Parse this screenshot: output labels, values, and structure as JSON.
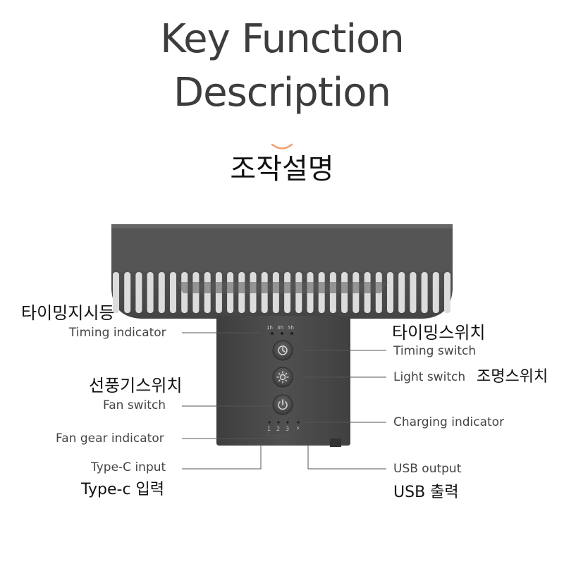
{
  "header": {
    "title_line1": "Key Function",
    "title_line2": "Description",
    "subtitle_ko": "조작설명",
    "accent_color": "#f0a070"
  },
  "device": {
    "timing_marks": [
      "1h",
      "3h",
      "5h"
    ],
    "gear_marks": [
      "1",
      "2",
      "3"
    ],
    "charge_mark": "⚡",
    "buttons": [
      {
        "name": "timing-button",
        "icon": "clock-icon"
      },
      {
        "name": "light-button",
        "icon": "sun-icon"
      },
      {
        "name": "fan-button",
        "icon": "power-icon"
      }
    ],
    "body_color": "#4a4a4a"
  },
  "labels": {
    "timing_indicator_ko": "타이밍지시등",
    "timing_indicator_en": "Timing indicator",
    "timing_switch_ko": "타이밍스위치",
    "timing_switch_en": "Timing switch",
    "light_switch_en": "Light switch",
    "light_switch_ko": "조명스위치",
    "fan_switch_ko": "선풍기스위치",
    "fan_switch_en": "Fan switch",
    "charging_indicator_en": "Charging indicator",
    "fan_gear_indicator_en": "Fan gear indicator",
    "typec_input_en": "Type-C input",
    "typec_input_ko": "Type-c 입력",
    "usb_output_en": "USB output",
    "usb_output_ko": "USB 출력"
  }
}
